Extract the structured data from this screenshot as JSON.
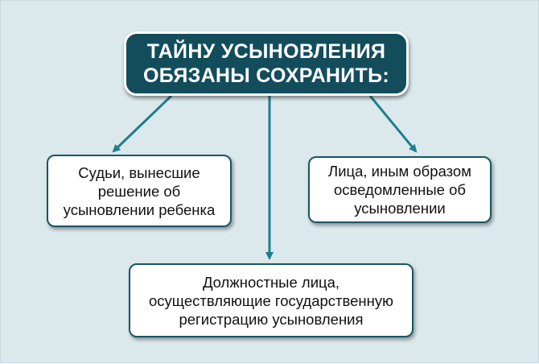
{
  "diagram": {
    "header": {
      "line1": "ТАЙНУ УСЫНОВЛЕНИЯ",
      "line2": "ОБЯЗАНЫ СОХРАНИТЬ:"
    },
    "nodes": {
      "left": {
        "line1": "Судьи, вынесшие",
        "line2": "решение об",
        "line3": "усыновлении ребенка"
      },
      "right": {
        "line1": "Лица, иным образом",
        "line2": "осведомленные об",
        "line3": "усыновлении"
      },
      "bottom": {
        "line1": "Должностные лица,",
        "line2": "осуществляющие государственную",
        "line3": "регистрацию усыновления"
      }
    }
  },
  "colors": {
    "background": "#dce9ec",
    "header_fill": "#134d5c",
    "arrow": "#1d7f8c",
    "node_border": "#1a5566"
  }
}
